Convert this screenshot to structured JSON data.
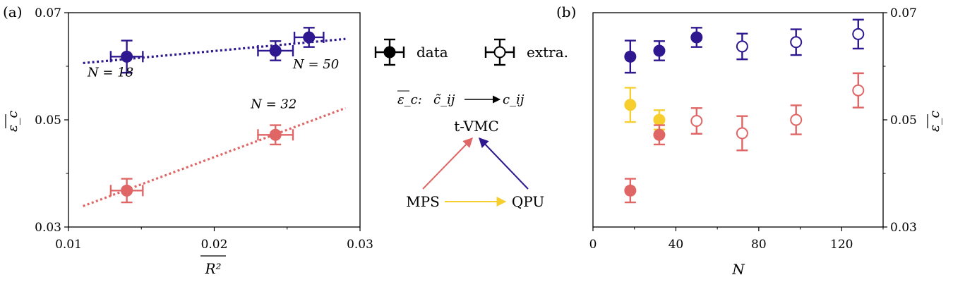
{
  "colors": {
    "blue": "#2e178f",
    "red": "#e06666",
    "yellow": "#f6cf2f",
    "black": "#000000"
  },
  "chart_data": [
    {
      "type": "scatter",
      "panel_label": "(a)",
      "xlabel": "R²",
      "ylabel": "ε_c",
      "xlim": [
        0.01,
        0.03
      ],
      "ylim": [
        0.03,
        0.07
      ],
      "xticks": [
        0.01,
        0.02,
        0.03
      ],
      "xtick_labels": [
        "0.01",
        "0.02",
        "0.03"
      ],
      "yticks": [
        0.03,
        0.05,
        0.07
      ],
      "ytick_labels": [
        "0.03",
        "0.05",
        "0.07"
      ],
      "grid": false,
      "series": [
        {
          "color": "blue",
          "points": [
            {
              "x": 0.014,
              "y": 0.0618,
              "xerr": 0.0011,
              "yerr": 0.003
            },
            {
              "x": 0.0242,
              "y": 0.0629,
              "xerr": 0.0012,
              "yerr": 0.0018
            },
            {
              "x": 0.0265,
              "y": 0.0654,
              "xerr": 0.001,
              "yerr": 0.0018
            }
          ],
          "fit": {
            "x": [
              0.011,
              0.029
            ],
            "y": [
              0.0606,
              0.0651
            ]
          }
        },
        {
          "color": "red",
          "points": [
            {
              "x": 0.014,
              "y": 0.0368,
              "xerr": 0.0011,
              "yerr": 0.0022
            },
            {
              "x": 0.0242,
              "y": 0.0472,
              "xerr": 0.0012,
              "yerr": 0.0018
            }
          ],
          "fit": {
            "x": [
              0.011,
              0.029
            ],
            "y": [
              0.0339,
              0.0522
            ]
          }
        }
      ],
      "annotations": [
        {
          "text": "N = 18",
          "x": 0.0113,
          "y": 0.0581
        },
        {
          "text": "N = 32",
          "x": 0.0225,
          "y": 0.0522
        },
        {
          "text": "N = 50",
          "x": 0.0254,
          "y": 0.0596
        }
      ]
    },
    {
      "type": "scatter",
      "panel_label": "(b)",
      "xlabel": "N",
      "ylabel": "ε_c",
      "xlim": [
        0,
        140
      ],
      "ylim": [
        0.03,
        0.07
      ],
      "xticks": [
        0,
        40,
        80,
        120
      ],
      "xtick_labels": [
        "0",
        "40",
        "80",
        "120"
      ],
      "yticks": [
        0.03,
        0.05,
        0.07
      ],
      "ytick_labels": [
        "0.03",
        "0.05",
        "0.07"
      ],
      "grid": false,
      "series": [
        {
          "color": "blue",
          "points": [
            {
              "x": 18,
              "y": 0.0618,
              "yerr": 0.003,
              "filled": true
            },
            {
              "x": 32,
              "y": 0.0629,
              "yerr": 0.0018,
              "filled": true
            },
            {
              "x": 50,
              "y": 0.0654,
              "yerr": 0.0018,
              "filled": true
            },
            {
              "x": 72,
              "y": 0.0637,
              "yerr": 0.0024,
              "filled": false
            },
            {
              "x": 98,
              "y": 0.0645,
              "yerr": 0.0024,
              "filled": false
            },
            {
              "x": 128,
              "y": 0.066,
              "yerr": 0.0027,
              "filled": false
            }
          ]
        },
        {
          "color": "yellow",
          "points": [
            {
              "x": 18,
              "y": 0.0528,
              "yerr": 0.0032,
              "filled": true
            },
            {
              "x": 32,
              "y": 0.05,
              "yerr": 0.0018,
              "filled": true
            }
          ]
        },
        {
          "color": "red",
          "points": [
            {
              "x": 18,
              "y": 0.0368,
              "yerr": 0.0022,
              "filled": true
            },
            {
              "x": 32,
              "y": 0.0472,
              "yerr": 0.0018,
              "filled": true
            },
            {
              "x": 50,
              "y": 0.0498,
              "yerr": 0.0024,
              "filled": false
            },
            {
              "x": 72,
              "y": 0.0475,
              "yerr": 0.0032,
              "filled": false
            },
            {
              "x": 98,
              "y": 0.05,
              "yerr": 0.0027,
              "filled": false
            },
            {
              "x": 128,
              "y": 0.0555,
              "yerr": 0.0032,
              "filled": false
            }
          ]
        }
      ]
    }
  ],
  "legend": {
    "filled_label": "data",
    "open_label": "extra."
  },
  "diagram": {
    "caption_lhs": "ε_c:",
    "caption_from": "c̃_ij",
    "caption_to": "c_ij",
    "top_node": "t-VMC",
    "left_node": "MPS",
    "right_node": "QPU"
  }
}
